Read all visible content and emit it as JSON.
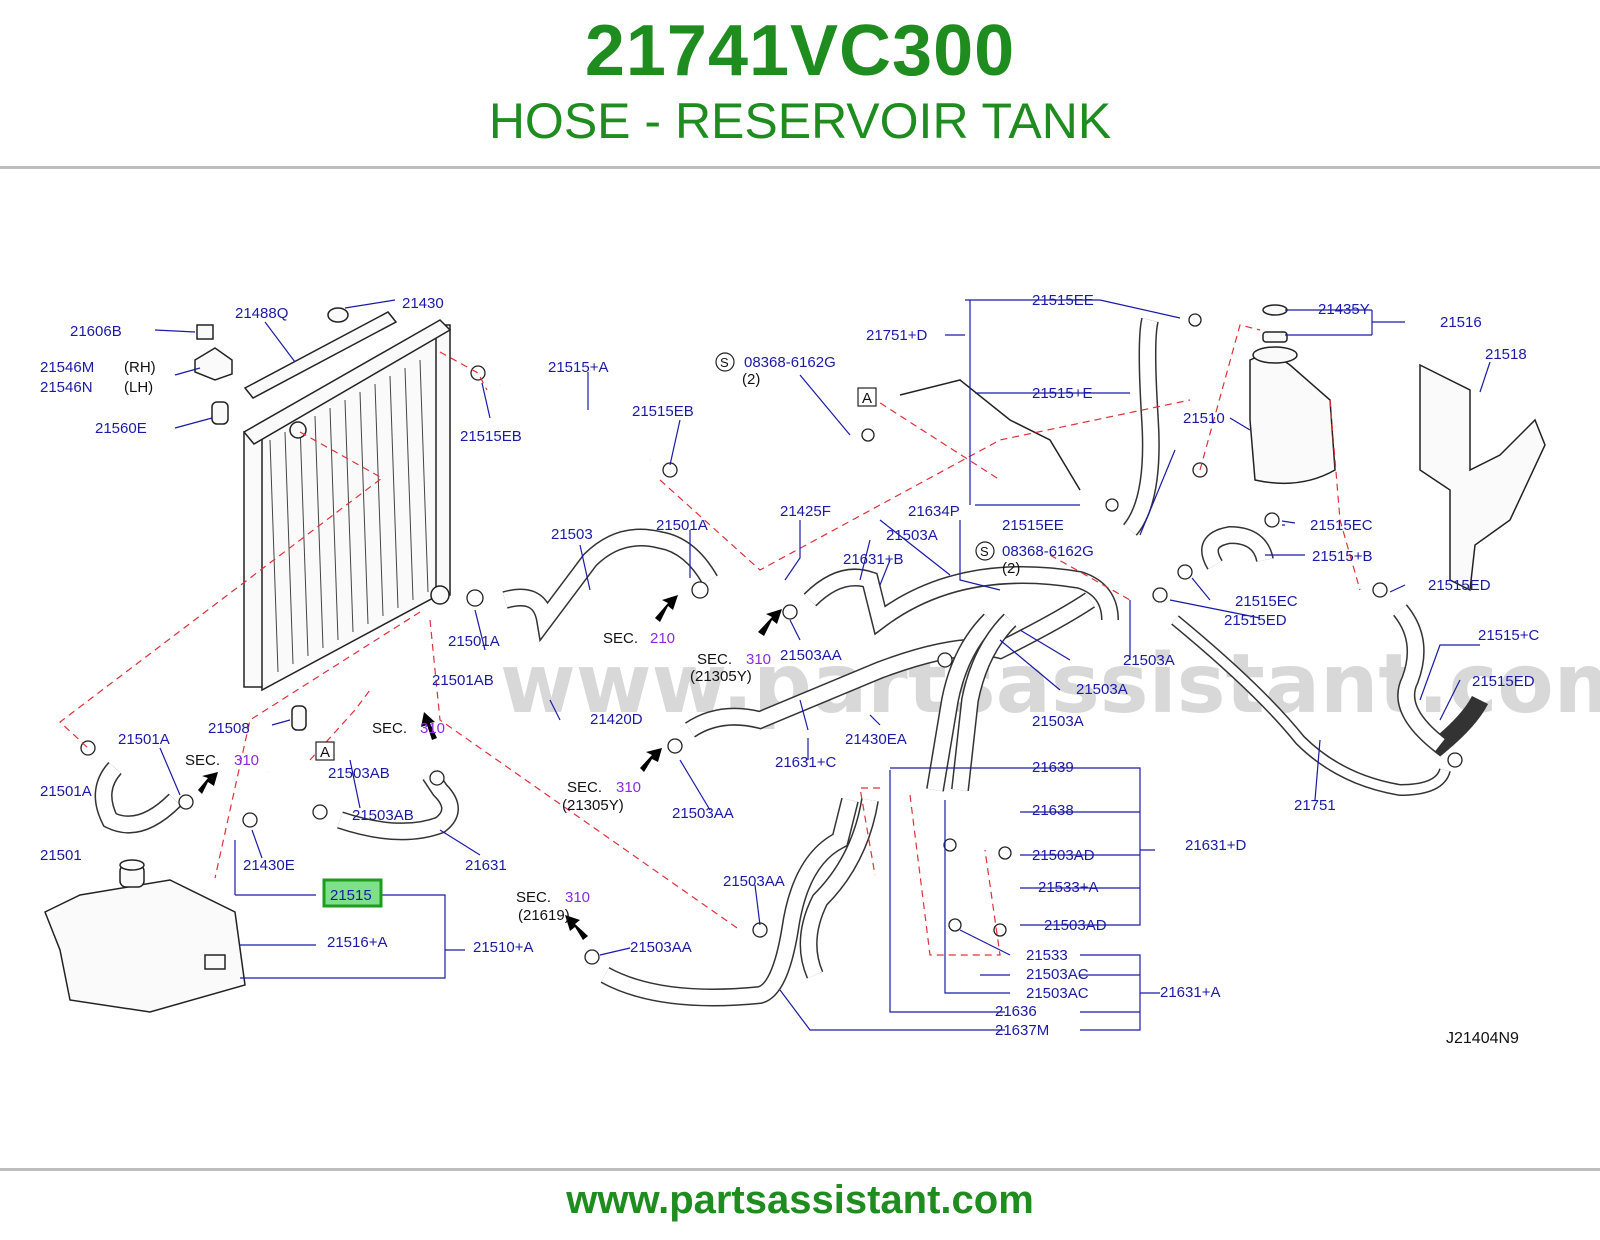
{
  "header": {
    "part_number": "21741VC300",
    "part_name": "HOSE - RESERVOIR TANK"
  },
  "footer": {
    "url": "www.partsassistant.com"
  },
  "diagram": {
    "watermark": "www.partsassistant.com",
    "diagram_code": "J21404N9",
    "highlighted_label": "21515",
    "labels": {
      "l21606B": "21606B",
      "l21488Q": "21488Q",
      "l21430": "21430",
      "l21546M": "21546M",
      "l21546N": "21546N",
      "rh": "(RH)",
      "lh": "(LH)",
      "l21560E": "21560E",
      "l21515A_top": "21515+A",
      "l21515EB_1": "21515EB",
      "l21515EB_2": "21515EB",
      "l08368_1": "08368-6162G",
      "qty2_1": "(2)",
      "l21751D": "21751+D",
      "l21515EE_1": "21515EE",
      "l21515E": "21515+E",
      "l21515EE_2": "21515EE",
      "l21435Y": "21435Y",
      "l21516": "21516",
      "l21518": "21518",
      "l21510": "21510",
      "l21515EC_1": "21515EC",
      "l21515B": "21515+B",
      "l21515EC_2": "21515EC",
      "l21515ED_1": "21515ED",
      "l21515ED_2": "21515ED",
      "l21515C": "21515+C",
      "l21515ED_3": "21515ED",
      "l21751": "21751",
      "l21503": "21503",
      "l21501A_1": "21501A",
      "l21425F": "21425F",
      "l21634P": "21634P",
      "l21503A_1": "21503A",
      "l08368_2": "08368-6162G",
      "qty2_2": "(2)",
      "l21631B": "21631+B",
      "l21501A_2": "21501A",
      "l21503AA_1": "21503AA",
      "l21503A_2": "21503A",
      "l21503A_3": "21503A",
      "l21503A_4": "21503A",
      "l21501AB": "21501AB",
      "l21420D": "21420D",
      "l21430EA": "21430EA",
      "l21508": "21508",
      "l21501A_3": "21501A",
      "l21501A_4": "21501A",
      "l21503AB_1": "21503AB",
      "l21503AB_2": "21503AB",
      "l21631C": "21631+C",
      "l21503AA_2": "21503AA",
      "l21501": "21501",
      "l21430E": "21430E",
      "l21631": "21631",
      "l21639": "21639",
      "l21638": "21638",
      "l21503AD_1": "21503AD",
      "l21631D": "21631+D",
      "l21533A": "21533+A",
      "l21503AD_2": "21503AD",
      "l21503AA_3": "21503AA",
      "l21516A": "21516+A",
      "l21510A": "21510+A",
      "l21503AA_4": "21503AA",
      "l21533": "21533",
      "l21503AC_1": "21503AC",
      "l21503AC_2": "21503AC",
      "l21631A": "21631+A",
      "l21636": "21636",
      "l21637M": "21637M",
      "sec": "SEC.",
      "sec210": "210",
      "sec310": "310",
      "ref21305Y": "(21305Y)",
      "ref21619": "(21619)",
      "markerA": "A",
      "markerS": "S"
    }
  }
}
